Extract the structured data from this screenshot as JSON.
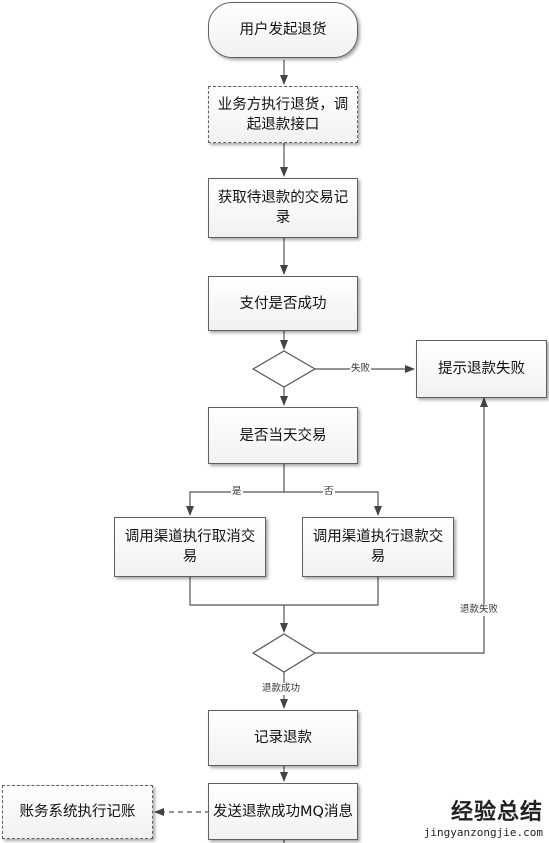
{
  "nodes": {
    "start": "用户发起退货",
    "business_return": "业务方执行退货，调起退款接口",
    "fetch_record": "获取待退款的交易记录",
    "payment_success": "支付是否成功",
    "refund_fail_notice": "提示退款失败",
    "same_day": "是否当天交易",
    "cancel_txn": "调用渠道执行取消交易",
    "refund_txn": "调用渠道执行退款交易",
    "record_refund": "记录退款",
    "send_mq": "发送退款成功MQ消息",
    "accounting": "账务系统执行记账"
  },
  "edge_labels": {
    "fail": "失败",
    "yes": "是",
    "no": "否",
    "refund_fail": "退款失败",
    "refund_success": "退款成功"
  },
  "watermark": {
    "line1": "经验总结",
    "line2": "jingyanzongjie.com"
  }
}
